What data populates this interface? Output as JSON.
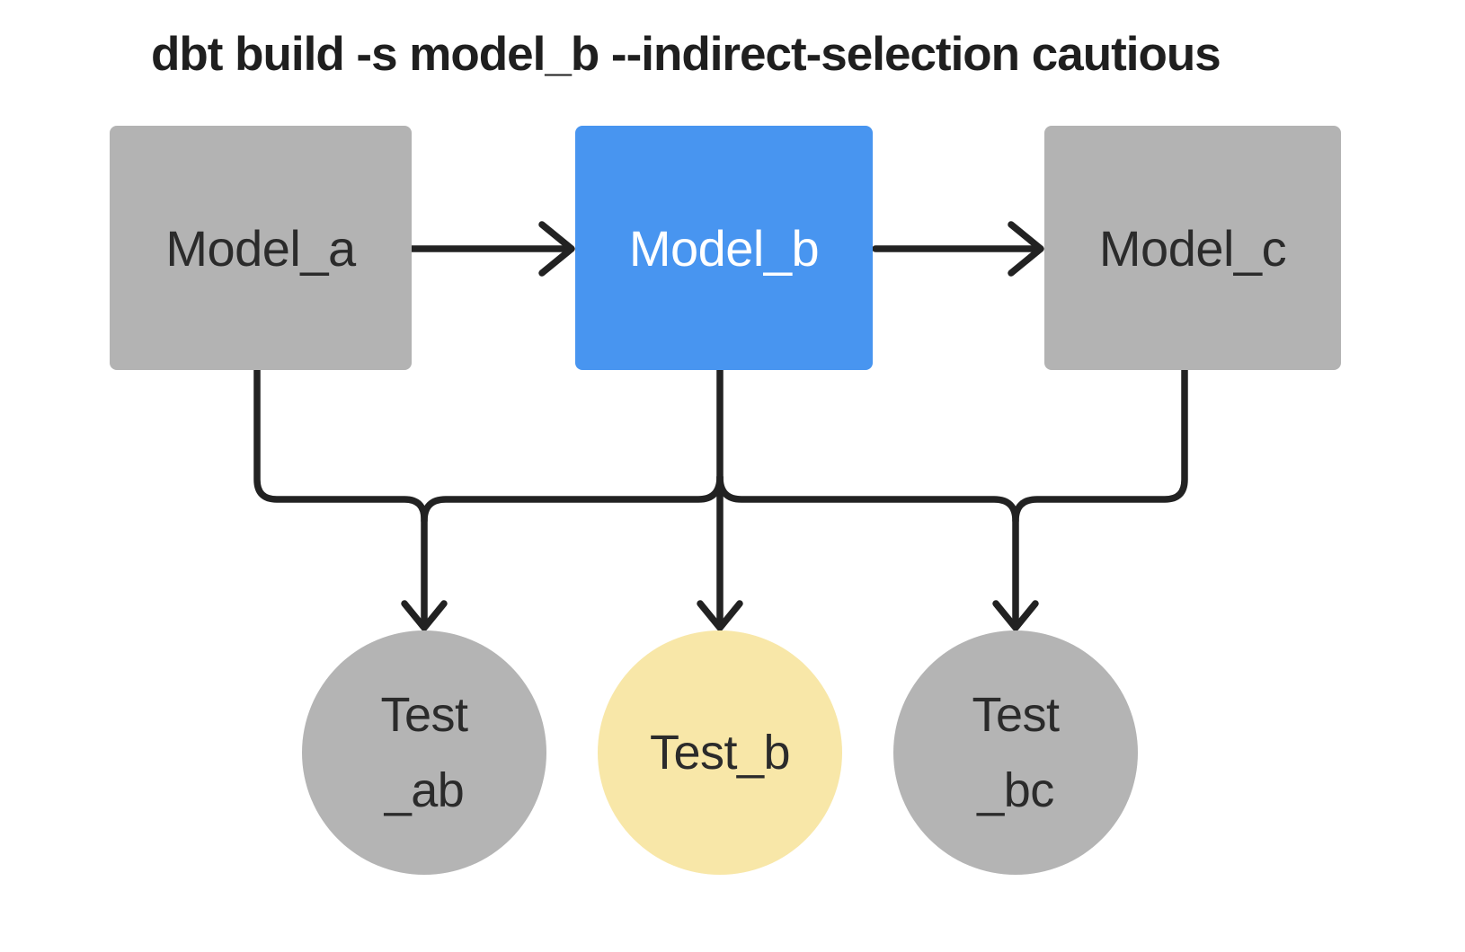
{
  "title": "dbt build -s model_b --indirect-selection cautious",
  "colors": {
    "background": "#ffffff",
    "node_gray": "#b3b3b3",
    "node_selected_blue": "#4895f0",
    "node_selected_yellow": "#f8e7a8",
    "edge": "#222222",
    "text_dark": "#2b2b2b",
    "text_light": "#ffffff",
    "title_text": "#1f1f1f"
  },
  "nodes": {
    "model_a": {
      "label": "Model_a",
      "type": "model",
      "selected": false
    },
    "model_b": {
      "label": "Model_b",
      "type": "model",
      "selected": true
    },
    "model_c": {
      "label": "Model_c",
      "type": "model",
      "selected": false
    },
    "test_ab": {
      "lines": [
        "Test",
        "_ab"
      ],
      "type": "test",
      "selected": false
    },
    "test_b": {
      "lines": [
        "Test_b"
      ],
      "type": "test",
      "selected": true
    },
    "test_bc": {
      "lines": [
        "Test",
        "_bc"
      ],
      "type": "test",
      "selected": false
    }
  },
  "edges": [
    {
      "from": "model_a",
      "to": "model_b"
    },
    {
      "from": "model_b",
      "to": "model_c"
    },
    {
      "from": "model_a",
      "to": "test_ab"
    },
    {
      "from": "model_b",
      "to": "test_ab"
    },
    {
      "from": "model_b",
      "to": "test_b"
    },
    {
      "from": "model_b",
      "to": "test_bc"
    },
    {
      "from": "model_c",
      "to": "test_bc"
    }
  ]
}
